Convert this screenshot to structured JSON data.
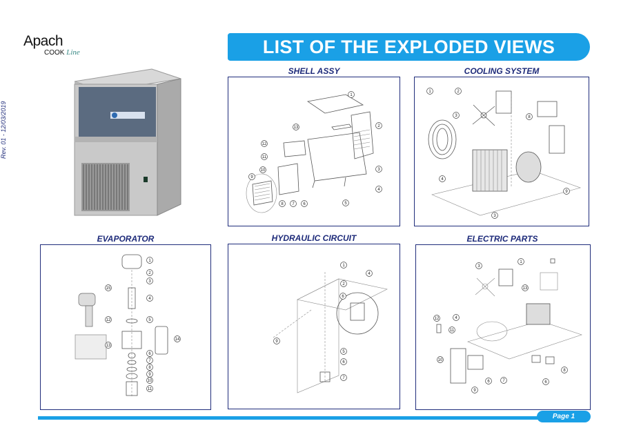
{
  "logo": {
    "brand": "Apach",
    "sub_prefix": "COOK",
    "sub_script": "Line"
  },
  "revision": "Rev. 01 - 12/03/2019",
  "title": "LIST OF THE EXPLODED VIEWS",
  "sections": {
    "shell": "SHELL ASSY",
    "cooling": "COOLING SYSTEM",
    "evaporator": "EVAPORATOR",
    "hydraulic": "HYDRAULIC CIRCUIT",
    "electric": "ELECTRIC PARTS"
  },
  "callouts": {
    "shell": [
      "1",
      "2",
      "3",
      "4",
      "5",
      "6",
      "7",
      "8",
      "9",
      "10",
      "11",
      "12",
      "13"
    ],
    "cooling": [
      "1",
      "2",
      "3",
      "3",
      "4",
      "8",
      "9"
    ],
    "evaporator": [
      "1",
      "2",
      "3",
      "4",
      "5",
      "6",
      "7",
      "8",
      "9",
      "10",
      "11",
      "12",
      "13",
      "14",
      "15"
    ],
    "hydraulic": [
      "1",
      "2",
      "4",
      "5",
      "6",
      "6",
      "7",
      "9"
    ],
    "electric": [
      "1",
      "3",
      "4",
      "6",
      "6",
      "7",
      "8",
      "9",
      "10",
      "11",
      "12",
      "13"
    ]
  },
  "page_label": "Page 1",
  "colors": {
    "accent": "#1aa0e6",
    "navy": "#1e2b7a"
  }
}
